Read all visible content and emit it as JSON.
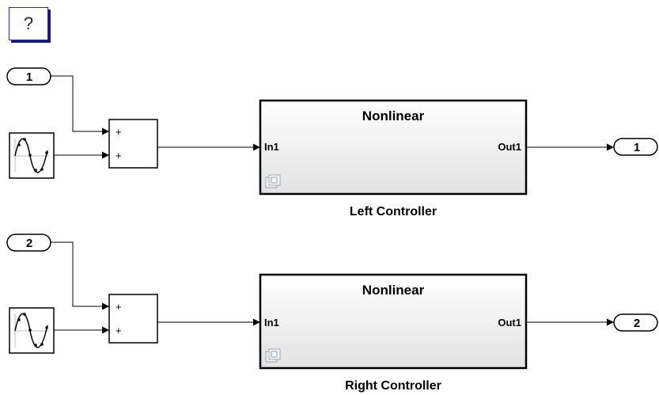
{
  "help": {
    "label": "?"
  },
  "controllers": [
    {
      "title": "Nonlinear",
      "in_port": "In1",
      "out_port": "Out1",
      "caption": "Left Controller",
      "inport_number": "1",
      "outport_number": "1",
      "sum_signs": [
        "+",
        "+"
      ]
    },
    {
      "title": "Nonlinear",
      "in_port": "In1",
      "out_port": "Out1",
      "caption": "Right Controller",
      "inport_number": "2",
      "outport_number": "2",
      "sum_signs": [
        "+",
        "+"
      ]
    }
  ],
  "icons": {
    "source": "sine-wave-icon",
    "subsystem": "subsystem-badge-icon"
  }
}
